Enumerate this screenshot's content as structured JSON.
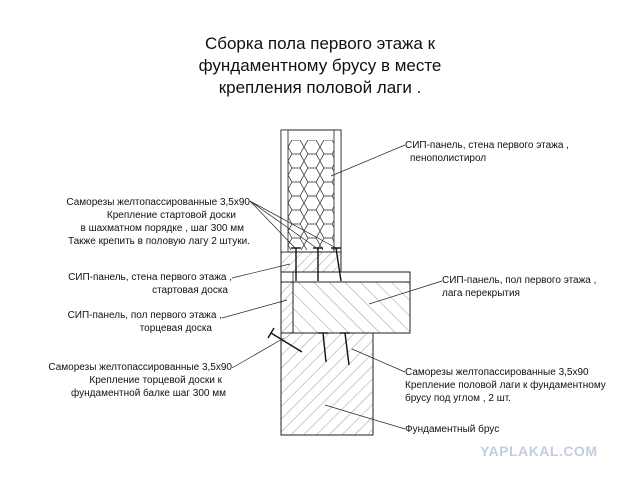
{
  "title": {
    "line1": "Сборка пола первого этажа к",
    "line2": "фундаментному брусу в месте",
    "line3": "крепления половой лаги ."
  },
  "labels": {
    "sip_wall_top": {
      "line1": "СИП-панель, стена первого этажа ,",
      "line2": "пенополистирол"
    },
    "screws_top": {
      "line1": "Саморезы желтопассированные  3,5х90",
      "line2": "Крепление стартовой доски",
      "line3": "в шахматном порядке , шаг 300 мм",
      "line4": "Также крепить в половую лагу  2 штуки."
    },
    "sip_wall_start": {
      "line1": "СИП-панель, стена первого этажа ,",
      "line2": "стартовая доска"
    },
    "sip_floor_end": {
      "line1": "СИП-панель, пол первого этажа ,",
      "line2": "торцевая доска"
    },
    "screws_bottom": {
      "line1": "Саморезы желтопассированные  3,5х90",
      "line2": "Крепление торцевой доски к",
      "line3": "фундаментной балке шаг  300 мм"
    },
    "sip_floor_joist": {
      "line1": "СИП-панель, пол первого этажа ,",
      "line2": "лага перекрытия"
    },
    "screws_right": {
      "line1": "Саморезы желтопассированные  3,5х90",
      "line2": "Крепление половой лаги к фундаментному",
      "line3": "брусу под углом , 2 шт."
    },
    "foundation": "Фундаментный брус"
  },
  "watermark": "YAPLAKAL.COM"
}
